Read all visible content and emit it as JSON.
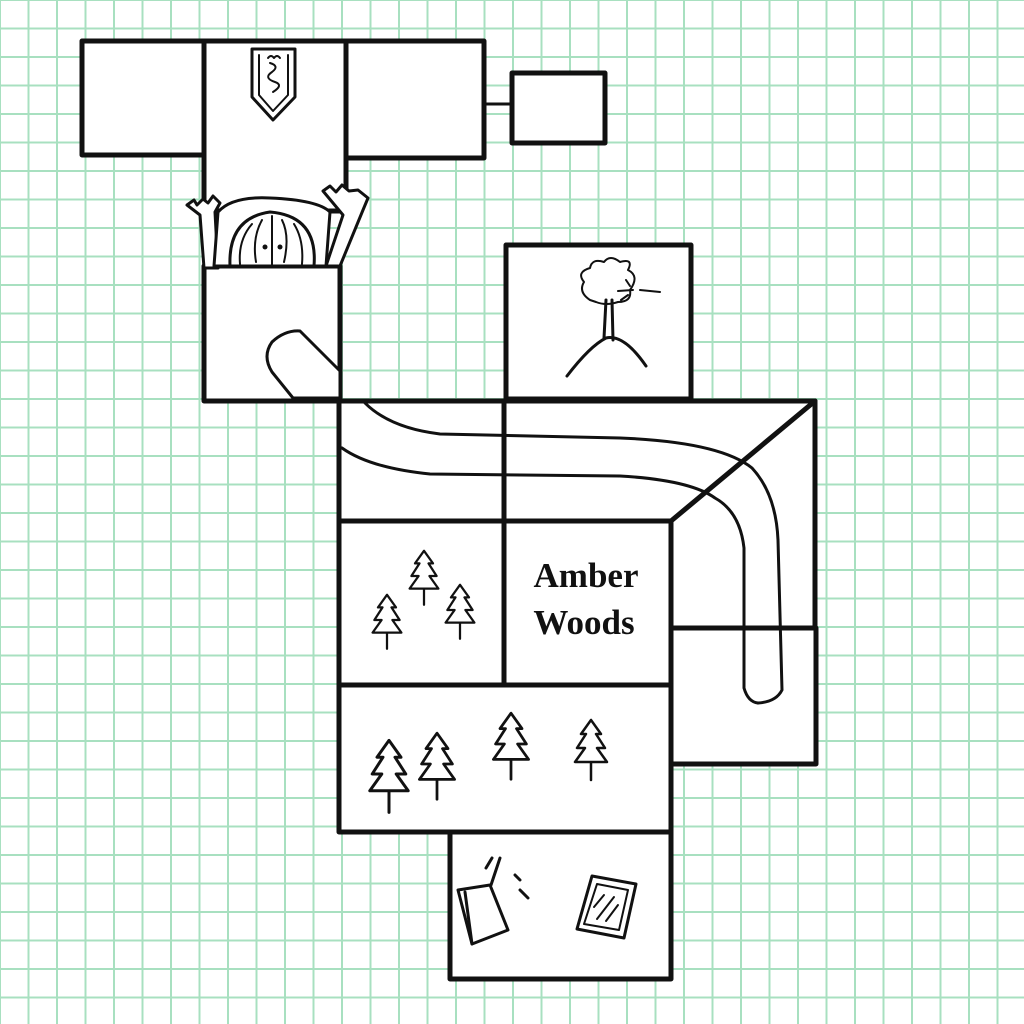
{
  "map": {
    "background": "#ffffff",
    "grid_color": "#a8e0c0",
    "ink_color": "#111111",
    "area_label_lines": [
      "Amber",
      "Woods"
    ]
  },
  "icons": {
    "banner": "dragon-banner-icon",
    "gate": "castle-gate-icon",
    "log": "fallen-log-icon",
    "tree_on_hill": "tree-on-hill-icon",
    "path": "winding-path",
    "pine": "pine-tree-icon",
    "door": "door-icon",
    "mirror": "mirror-icon"
  }
}
